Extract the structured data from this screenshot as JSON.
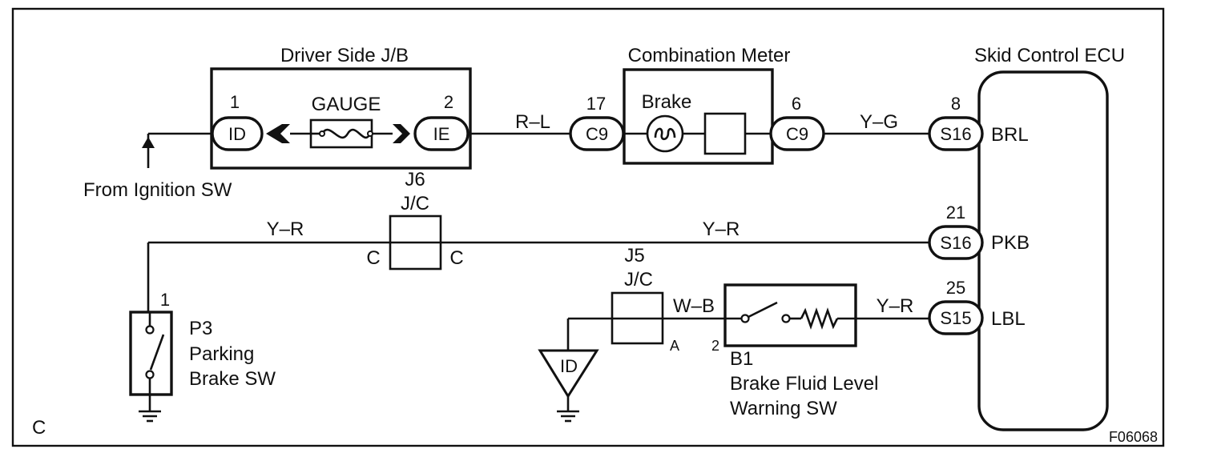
{
  "frame_corner_label": "C",
  "figure_id": "F06068",
  "components": {
    "driver_jb": {
      "title": "Driver Side J/B",
      "gauge_label": "GAUGE",
      "pin_left": "1",
      "conn_left": "ID",
      "pin_right": "2",
      "conn_right": "IE"
    },
    "combination_meter": {
      "title": "Combination Meter",
      "bulb_label": "Brake",
      "pin_in": "17",
      "conn_in": "C9",
      "pin_out": "6",
      "conn_out": "C9"
    },
    "ecu": {
      "title": "Skid Control ECU",
      "terminals": [
        {
          "pin": "8",
          "conn": "S16",
          "name": "BRL"
        },
        {
          "pin": "21",
          "conn": "S16",
          "name": "PKB"
        },
        {
          "pin": "25",
          "conn": "S15",
          "name": "LBL"
        }
      ]
    },
    "j6": {
      "id": "J6",
      "type": "J/C",
      "pin_left": "C",
      "pin_right": "C"
    },
    "j5": {
      "id": "J5",
      "type": "J/C",
      "pin": "A"
    },
    "parking_sw": {
      "pin": "1",
      "code": "P3",
      "name_line1": "Parking",
      "name_line2": "Brake SW"
    },
    "fluid_sw": {
      "pin": "2",
      "code": "B1",
      "name_line1": "Brake Fluid Level",
      "name_line2": "Warning SW"
    },
    "ground_id": "ID"
  },
  "labels": {
    "from_ignition": "From Ignition SW"
  },
  "wires": {
    "rl": "R–L",
    "yg": "Y–G",
    "yr_left": "Y–R",
    "yr_right": "Y–R",
    "wb": "W–B",
    "yr_b1": "Y–R"
  }
}
